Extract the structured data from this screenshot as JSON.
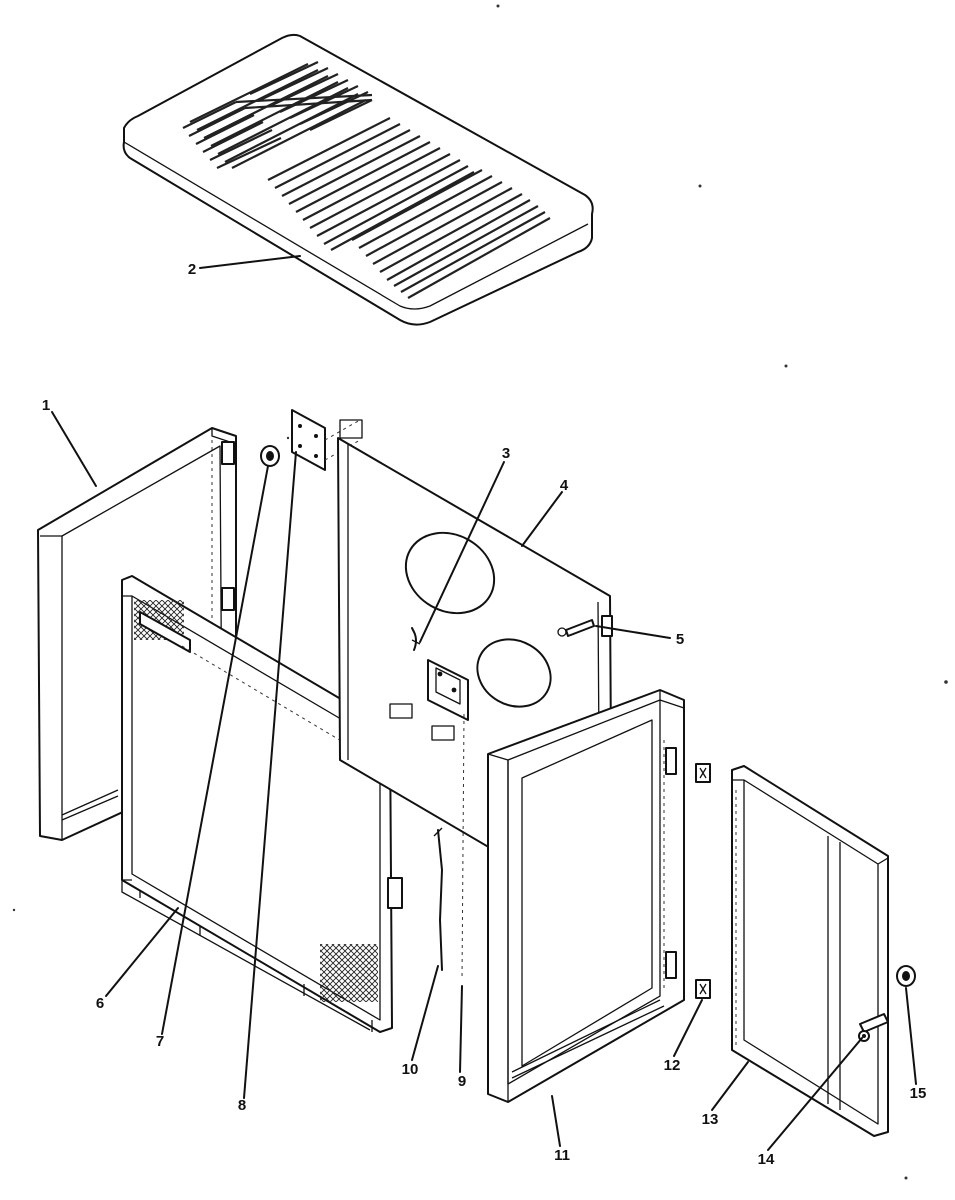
{
  "labels": [
    "1",
    "2",
    "3",
    "4",
    "5",
    "6",
    "7",
    "8",
    "10",
    "9",
    "11",
    "12",
    "13",
    "14",
    "15"
  ],
  "colors": {
    "ink": "#111111",
    "paper": "#ffffff"
  }
}
